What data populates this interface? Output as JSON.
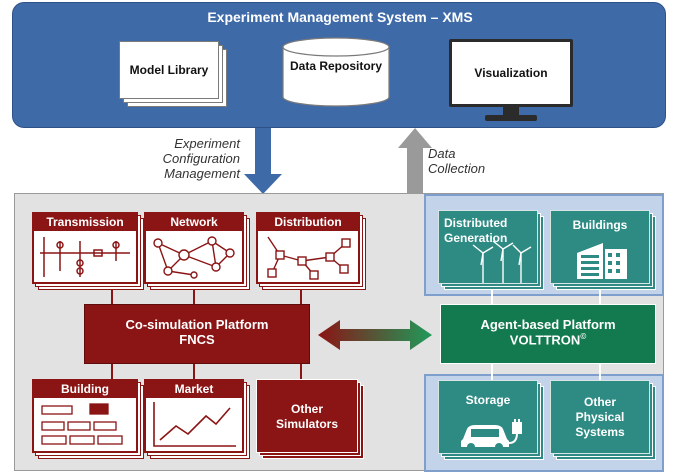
{
  "xms": {
    "title": "Experiment Management System – XMS",
    "model_library": "Model Library",
    "data_repository": "Data Repository",
    "visualization": "Visualization"
  },
  "arrows": {
    "down_label_1": "Experiment",
    "down_label_2": "Configuration",
    "down_label_3": "Management",
    "up_label_1": "Data",
    "up_label_2": "Collection"
  },
  "fncs": {
    "line1": "Co-simulation Platform",
    "line2": "FNCS",
    "simulators": [
      "Transmission",
      "Network",
      "Distribution",
      "Building",
      "Market"
    ],
    "other_1": "Other",
    "other_2": "Simulators"
  },
  "volttron": {
    "line1": "Agent-based Platform",
    "line2": "VOLTTRON",
    "mark": "©",
    "distributed_1": "Distributed",
    "distributed_2": "Generation",
    "buildings": "Buildings",
    "storage": "Storage",
    "other_1": "Other",
    "other_2": "Physical",
    "other_3": "Systems"
  },
  "colors": {
    "xms_blue": "#3f6aa8",
    "fncs_red": "#8b1414",
    "volttron_green": "#137a4f",
    "teal_card": "#2e8b84"
  }
}
